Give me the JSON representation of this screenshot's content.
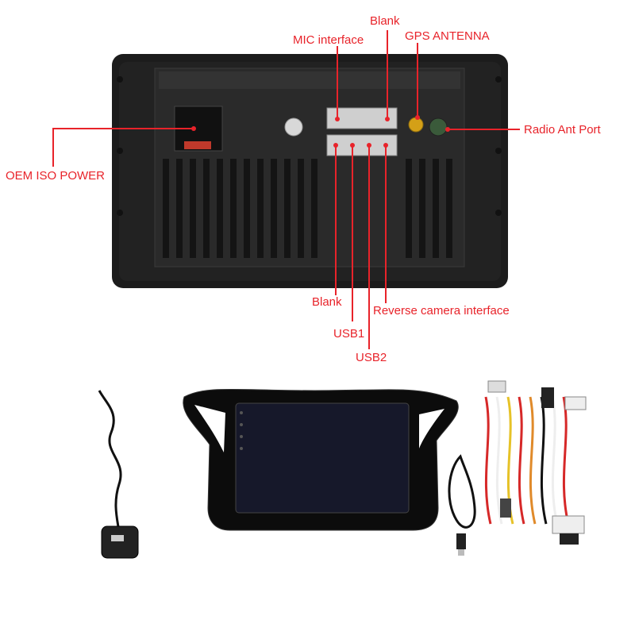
{
  "diagram": {
    "labels": {
      "mic": "MIC interface",
      "blank_top": "Blank",
      "gps": "GPS ANTENNA",
      "radio": "Radio Ant Port",
      "oem": "OEM ISO POWER",
      "blank_bottom": "Blank",
      "usb1": "USB1",
      "usb2": "USB2",
      "reverse": "Reverse camera interface"
    },
    "colors": {
      "callout": "#e8232a",
      "unit_body": "#1c1c1c",
      "unit_panel": "#2b2b2b",
      "bezel": "#0c0c0c",
      "screen": "#16182a",
      "wire_red": "#d62828",
      "wire_white": "#eeeeee",
      "wire_yellow": "#e6c228",
      "wire_orange": "#e08a2a"
    },
    "items": [
      "gps-antenna-accessory",
      "stereo-frame-with-screen",
      "usb-cable",
      "wiring-harness"
    ]
  }
}
